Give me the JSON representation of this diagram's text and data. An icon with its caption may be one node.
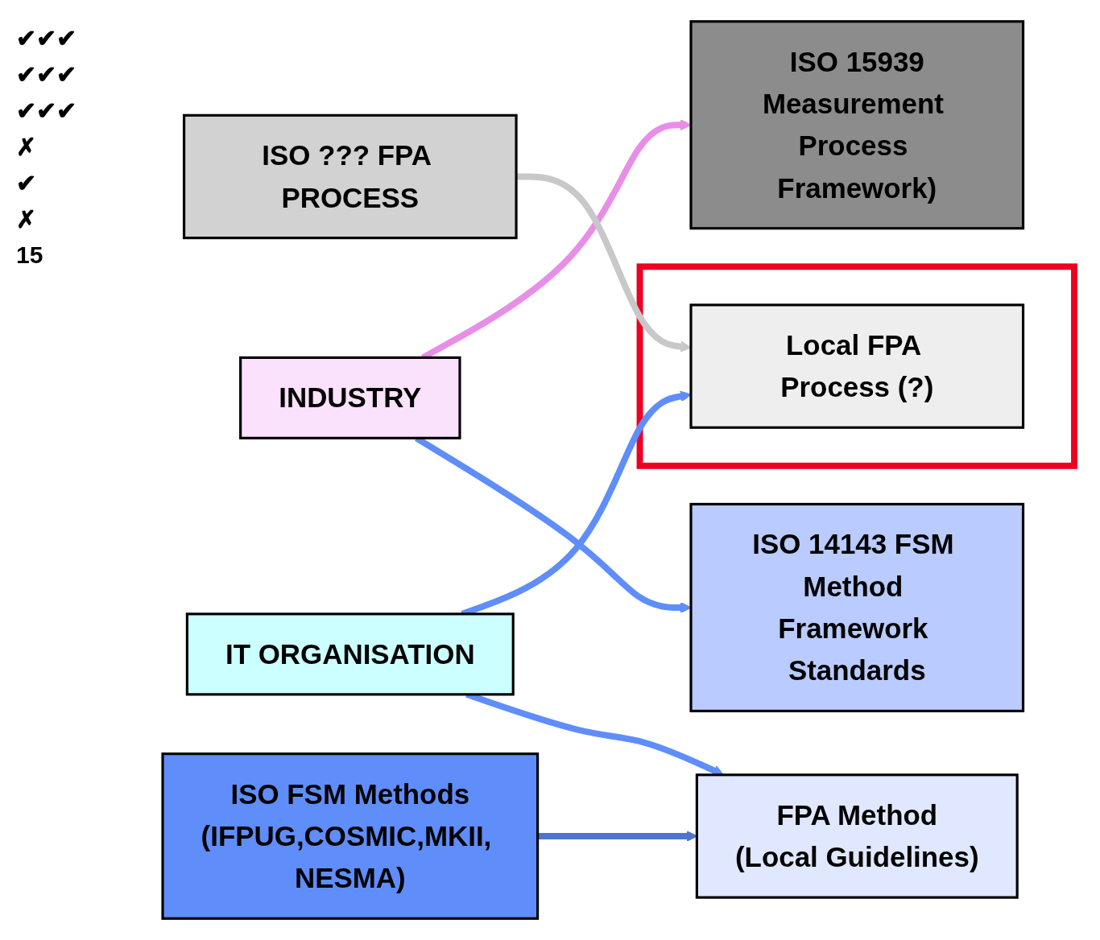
{
  "diagram": {
    "nodes": [
      {
        "text": [
          "INDUSTRY"
        ]
      },
      {
        "text": [
          "ISO 14143 FSM Method Framework Standards"
        ]
      },
      {
        "text": [
          "ISO FSM Methods",
          "(IFPUG,COSMIC,MKII, NESMA)"
        ]
      },
      {
        "text": [
          "ISO 15939",
          "Measurement Process Framework)"
        ]
      },
      {
        "text": [
          "ISO ??? FPA PROCESS"
        ]
      },
      {
        "text": [
          "IT ORGANISATION"
        ]
      },
      {
        "text": [
          "FPA Method",
          "(Local Guidelines)"
        ]
      },
      {
        "text": [],
        "shape": "box"
      },
      {
        "text": [
          "Local FPA Process (?)"
        ],
        "in": 7
      }
    ],
    "edges": [
      {
        "from": 0,
        "to": 1,
        "arrow": "to"
      },
      {
        "from": 0,
        "to": 3,
        "arrow": "to",
        "color": "#e88ee8"
      },
      {
        "from": 5,
        "to": 6,
        "arrow": "to"
      },
      {
        "from": 5,
        "to": 8,
        "arrow": "to"
      },
      {
        "from": 2,
        "to": 6,
        "arrow": "to",
        "color": "#4f74d0"
      },
      {
        "from": 4,
        "to": 8,
        "arrow": "to",
        "color": "#c8c8c8"
      }
    ],
    "labels": [
      "✔✔✔",
      "✔✔✔",
      "✔✔✔",
      "✗",
      "✔",
      "✗",
      "15"
    ]
  }
}
